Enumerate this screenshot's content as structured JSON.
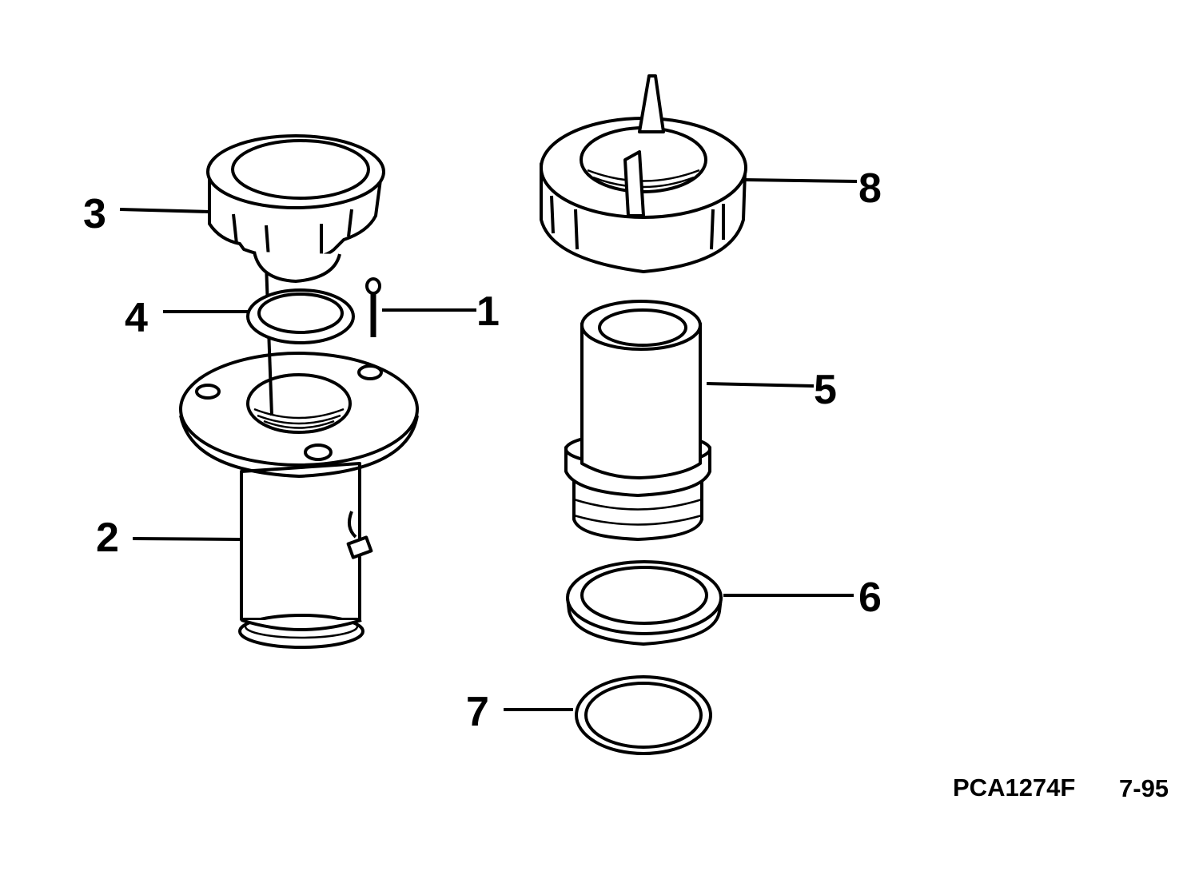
{
  "diagram": {
    "callouts": [
      "1",
      "2",
      "3",
      "4",
      "5",
      "6",
      "7",
      "8"
    ],
    "footer": {
      "code": "PCA1274F",
      "date": "7-95"
    }
  }
}
